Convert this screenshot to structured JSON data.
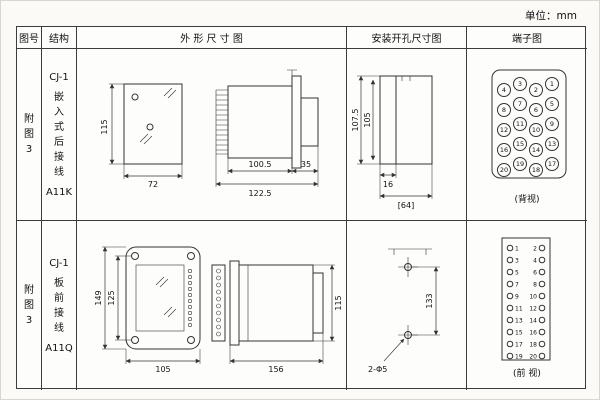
{
  "unit_label": "单位：mm",
  "headers": {
    "fig_no": "图号",
    "structure": "结构",
    "outline": "外 形 尺 寸 图",
    "mounting": "安装开孔尺寸图",
    "terminal": "端子图"
  },
  "rows": [
    {
      "fig_lines": [
        "附",
        "图",
        "3"
      ],
      "structure_lines": [
        "CJ-1",
        "嵌",
        "入",
        "式",
        "后",
        "接",
        "线",
        "A11K"
      ],
      "dims": {
        "front_height": "115",
        "front_width": "72",
        "body_depth": "100.5",
        "total_depth": "122.5",
        "rear_depth": "35",
        "cutout_height_outer": "107.5",
        "cutout_height_inner": "105",
        "cutout_offset": "16",
        "cutout_width": "[64]"
      },
      "terminals": [
        "4",
        "3",
        "2",
        "1",
        "8",
        "7",
        "6",
        "5",
        "12",
        "11",
        "10",
        "9",
        "16",
        "15",
        "14",
        "13",
        "20",
        "19",
        "18",
        "17"
      ],
      "terminal_view": "(背视)"
    },
    {
      "fig_lines": [
        "附",
        "图",
        "3"
      ],
      "structure_lines": [
        "CJ-1",
        "板",
        "前",
        "接",
        "线",
        "A11Q"
      ],
      "dims": {
        "face_height_outer": "149",
        "face_height_inner": "125",
        "face_width": "105",
        "body_length": "156",
        "body_height": "115",
        "hole_spacing": "133",
        "hole_label": "2-Φ5"
      },
      "terminals_left": [
        "1",
        "3",
        "5",
        "7",
        "9",
        "11",
        "13",
        "15",
        "17",
        "19"
      ],
      "terminals_right": [
        "2",
        "4",
        "6",
        "8",
        "10",
        "12",
        "14",
        "16",
        "18",
        "20"
      ],
      "terminal_view": "(前 视)"
    }
  ]
}
